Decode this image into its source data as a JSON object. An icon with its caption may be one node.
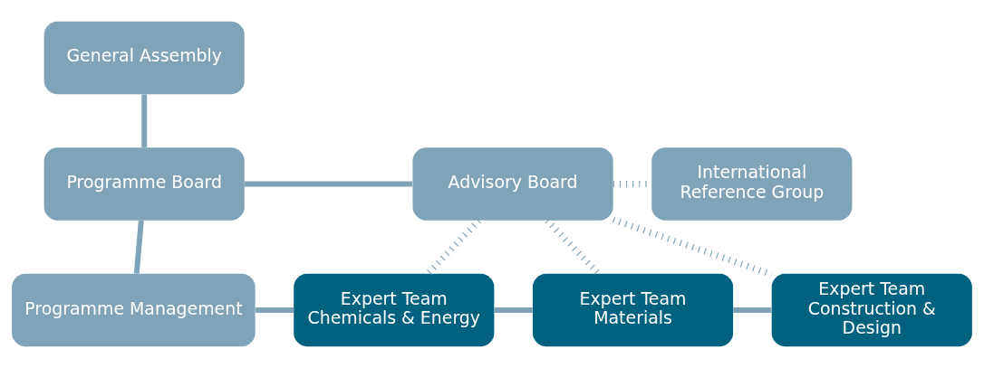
{
  "diagram": {
    "nodes": [
      {
        "text": [
          "General Assembly"
        ]
      },
      {
        "text": [
          "Programme Board"
        ]
      },
      {
        "text": [
          "Advisory Board"
        ]
      },
      {
        "text": [
          "International Reference Group"
        ]
      },
      {
        "text": [
          "Programme Management"
        ]
      },
      {
        "text": [
          "Expert Team Chemicals & Energy"
        ]
      },
      {
        "text": [
          "Expert Team Materials"
        ]
      },
      {
        "text": [
          "Expert Team Construction & Design"
        ]
      }
    ],
    "edges": [
      {
        "from": 0,
        "to": 1,
        "arrow": "none"
      },
      {
        "from": 1,
        "to": 2,
        "arrow": "none"
      },
      {
        "from": 2,
        "to": 3,
        "arrow": "none",
        "style": "dashed"
      },
      {
        "from": 1,
        "to": 4,
        "arrow": "none"
      },
      {
        "from": 4,
        "to": 5,
        "arrow": "none"
      },
      {
        "from": 5,
        "to": 6,
        "arrow": "none"
      },
      {
        "from": 6,
        "to": 7,
        "arrow": "none"
      },
      {
        "from": 2,
        "to": 5,
        "arrow": "none",
        "style": "dashed"
      },
      {
        "from": 2,
        "to": 6,
        "arrow": "none",
        "style": "dashed"
      },
      {
        "from": 2,
        "to": 7,
        "arrow": "none",
        "style": "dashed"
      }
    ]
  }
}
